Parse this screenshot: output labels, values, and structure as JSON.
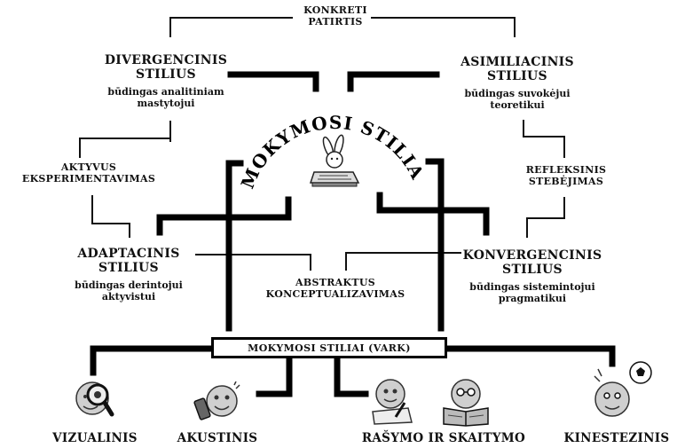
{
  "top": {
    "line1": "KONKRETI",
    "line2": "PATIRTIS"
  },
  "divergent": {
    "title1": "DIVERGENCINIS",
    "title2": "STILIUS",
    "sub1": "būdingas analitiniam",
    "sub2": "mastytojui"
  },
  "assimilative": {
    "title1": "ASIMILIACINIS",
    "title2": "STILIUS",
    "sub1": "būdingas suvokėjui",
    "sub2": "teoretikui"
  },
  "active": {
    "line1": "AKTYVUS",
    "line2": "EKSPERIMENTAVIMAS"
  },
  "reflective": {
    "line1": "REFLEKSINIS",
    "line2": "STEBĖJIMAS"
  },
  "accommodating": {
    "title1": "ADAPTACINIS",
    "title2": "STILIUS",
    "sub1": "būdingas derintojui",
    "sub2": "aktyvistui"
  },
  "convergent": {
    "title1": "KONVERGENCINIS",
    "title2": "STILIUS",
    "sub1": "būdingas sistemintojui",
    "sub2": "pragmatikui"
  },
  "abstract": {
    "line1": "ABSTRAKTUS",
    "line2": "KONCEPTUALIZAVIMAS"
  },
  "center": {
    "arc_text": "MOKYMOSI STILIAI"
  },
  "vark": {
    "label": "MOKYMOSI STILIAI (VARK)"
  },
  "styles": {
    "visual": "VIZUALINIS",
    "auditory": "AKUSTINIS",
    "readwrite": "RAŠYMO IR SKAITYMO",
    "kinesthetic": "KINESTEZINIS"
  },
  "icons": [
    "magnifier-face-icon",
    "phone-face-icon",
    "writing-face-icon",
    "book-face-icon",
    "soccer-face-icon",
    "rabbit-reading-icon"
  ]
}
